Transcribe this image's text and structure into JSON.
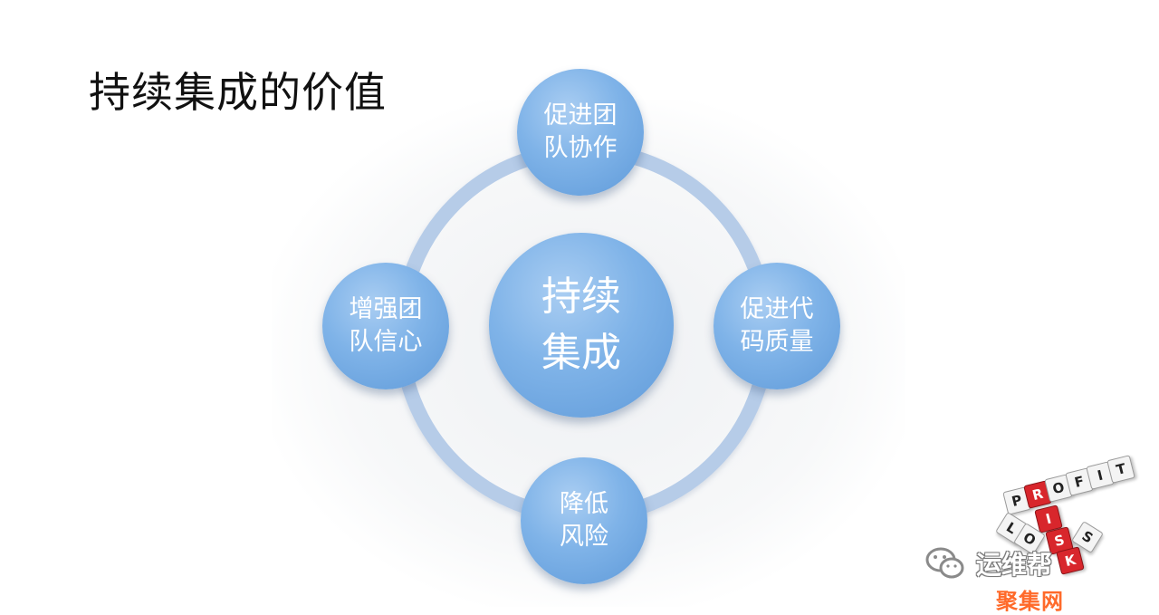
{
  "title": "持续集成的价值",
  "center": {
    "label": "持续\n集成"
  },
  "nodes": {
    "top": "促进团\n队协作",
    "right": "促进代\n码质量",
    "bottom": "降低\n风险",
    "left": "增强团\n队信心"
  },
  "logo": {
    "dice_words": [
      "PROFIT",
      "RISK",
      "LOSS"
    ],
    "dice_colors": {
      "white": "#f4f4f4",
      "red": "#d8262c"
    }
  },
  "watermark": {
    "wechat_icon": "wechat-icon",
    "account": "运维帮",
    "site": "聚集网"
  },
  "colors": {
    "node_fill": "#7fb3e8",
    "ring": "#b6cce8",
    "site": "#ff6a2a"
  }
}
